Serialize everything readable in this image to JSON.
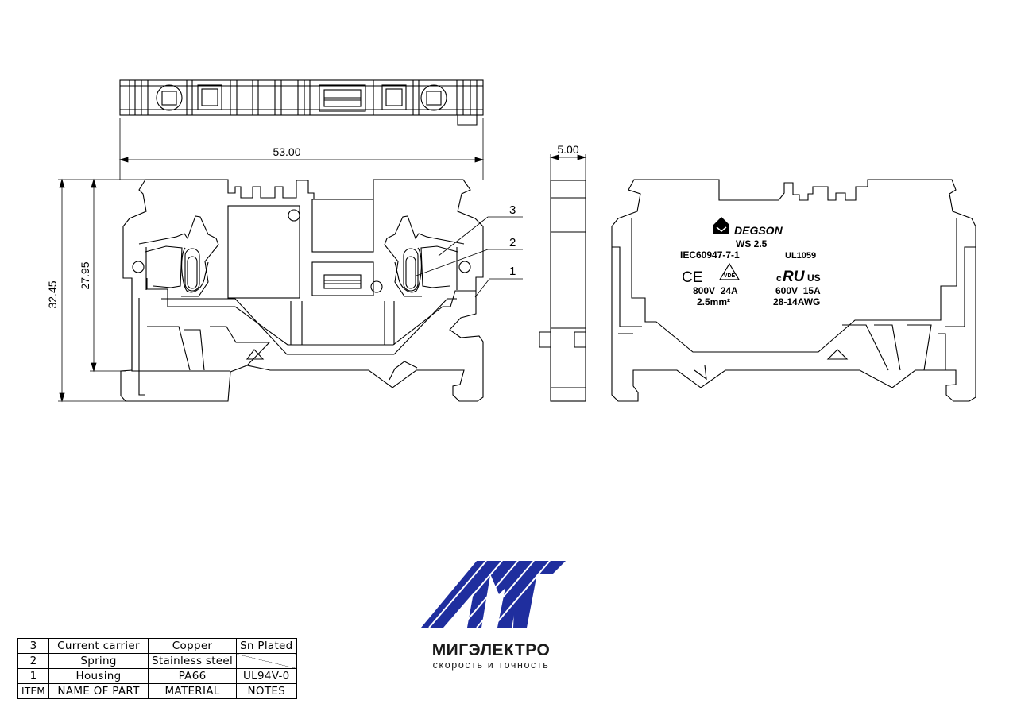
{
  "dimensions": {
    "width_total": "53.00",
    "thickness": "5.00",
    "height_total": "32.45",
    "height_rail": "27.95"
  },
  "callouts": [
    "3",
    "2",
    "1"
  ],
  "marking": {
    "brand": "DEGSON",
    "model": "WS 2.5",
    "iec_standard": "IEC60947-7-1",
    "ul_standard": "UL1059",
    "ce": "CE",
    "vde": "VDE",
    "iec_rating_voltage": "800V  24A",
    "iec_rating_section": "2.5mm²",
    "ul_mark_c": "c",
    "ul_mark_ru": "RU",
    "ul_mark_us": "US",
    "ul_rating_voltage": "600V  15A",
    "ul_rating_awg": "28-14AWG"
  },
  "bom": {
    "rows": [
      {
        "item": "3",
        "name": "Current carrier",
        "material": "Copper",
        "notes": "Sn Plated"
      },
      {
        "item": "2",
        "name": "Spring",
        "material": "Stainless steel",
        "notes": ""
      },
      {
        "item": "1",
        "name": "Housing",
        "material": "PA66",
        "notes": "UL94V-0"
      }
    ],
    "header": {
      "item": "ITEM",
      "name": "NAME OF PART",
      "material": "MATERIAL",
      "notes": "NOTES"
    }
  },
  "logo": {
    "name": "МИГЭЛЕКТРО",
    "slogan": "скорость и точность",
    "color": "#1f2e9e"
  }
}
